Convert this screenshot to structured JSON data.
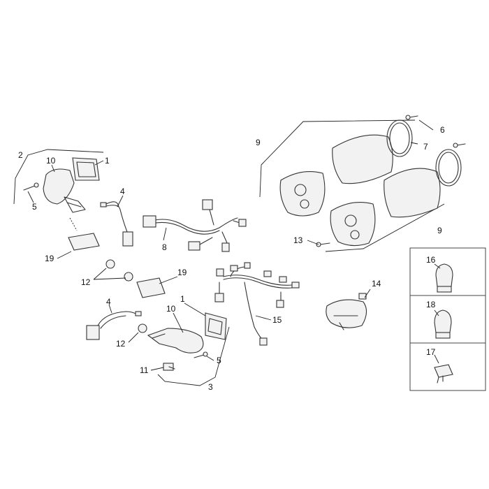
{
  "diagram": {
    "callouts": {
      "c1_top": "1",
      "c2": "2",
      "c10_top": "10",
      "c5_top": "5",
      "c4_top": "4",
      "c8": "8",
      "c19_left": "19",
      "c12_left": "12",
      "c19_mid": "19",
      "c4_mid": "4",
      "c12_mid": "12",
      "c1_mid": "1",
      "c10_mid": "10",
      "c5_mid": "5",
      "c11": "11",
      "c3": "3",
      "c15": "15",
      "c9_top": "9",
      "c6": "6",
      "c7": "7",
      "c9_bottom": "9",
      "c13": "13",
      "c14": "14",
      "c16": "16",
      "c18": "18",
      "c17": "17"
    }
  }
}
